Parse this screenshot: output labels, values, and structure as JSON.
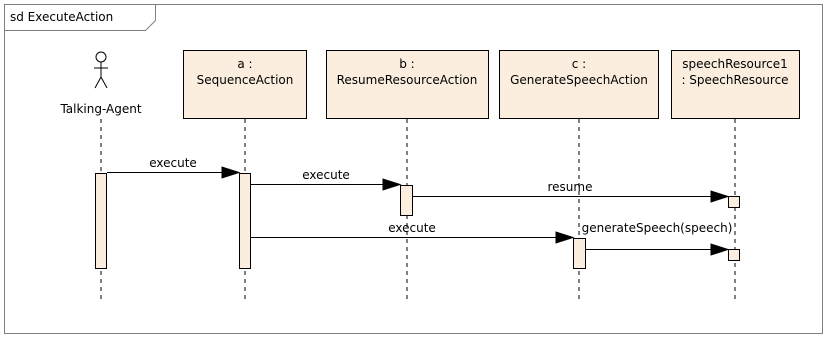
{
  "frame": {
    "title": "sd ExecuteAction"
  },
  "actor": {
    "name": "Talking-Agent"
  },
  "lifelines": [
    {
      "id": "a",
      "line1": "a :",
      "line2": "SequenceAction"
    },
    {
      "id": "b",
      "line1": "b :",
      "line2": "ResumeResourceAction"
    },
    {
      "id": "c",
      "line1": "c :",
      "line2": "GenerateSpeechAction"
    },
    {
      "id": "speech",
      "line1": "speechResource1",
      "line2": ": SpeechResource"
    }
  ],
  "messages": [
    {
      "label": "execute",
      "from": "Talking-Agent",
      "to": "a"
    },
    {
      "label": "execute",
      "from": "a",
      "to": "b"
    },
    {
      "label": "resume",
      "from": "b",
      "to": "speechResource1"
    },
    {
      "label": "execute",
      "from": "a",
      "to": "c"
    },
    {
      "label": "generateSpeech(speech)",
      "from": "c",
      "to": "speechResource1"
    }
  ],
  "colors": {
    "box_fill": "#fbeede",
    "activation_fill": "#fbeede",
    "line": "#000000",
    "frame_border": "#808080"
  }
}
